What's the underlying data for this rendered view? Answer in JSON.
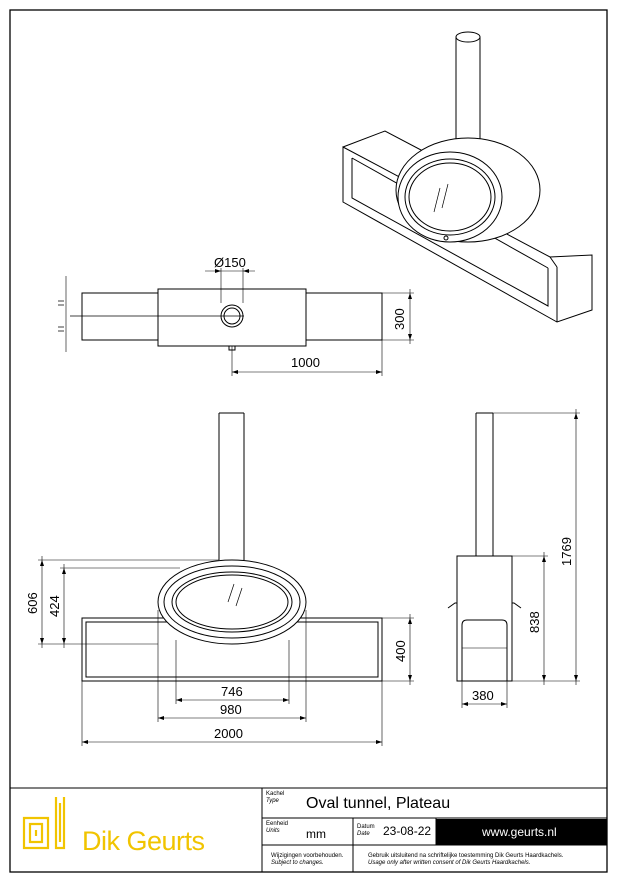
{
  "drawing": {
    "dimensions": {
      "pipe_diameter": "Ø150",
      "top_depth": "300",
      "top_width": "1000",
      "oval_height_outer": "606",
      "oval_height_inner": "424",
      "base_height": "400",
      "glass_width": "746",
      "oval_width": "980",
      "total_width": "2000",
      "total_height": "1769",
      "side_height": "838",
      "side_depth": "380"
    }
  },
  "title_block": {
    "brand": "Dik Geurts",
    "type_label_nl": "Kachel",
    "type_label_en": "Type",
    "type_value": "Oval tunnel, Plateau",
    "units_label_nl": "Eenheid",
    "units_label_en": "Units",
    "units_value": "mm",
    "date_label_nl": "Datum",
    "date_label_en": "Date",
    "date_value": "23-08-22",
    "website": "www.geurts.nl",
    "note_changes_nl": "Wijzigingen voorbehouden.",
    "note_changes_en": "Subject to changes.",
    "note_usage_nl": "Gebruik uitsluitend na schriftelijke toestemming Dik Geurts Haardkachels.",
    "note_usage_en": "Usage only after written consent of Dik Geurts Haardkachels."
  }
}
